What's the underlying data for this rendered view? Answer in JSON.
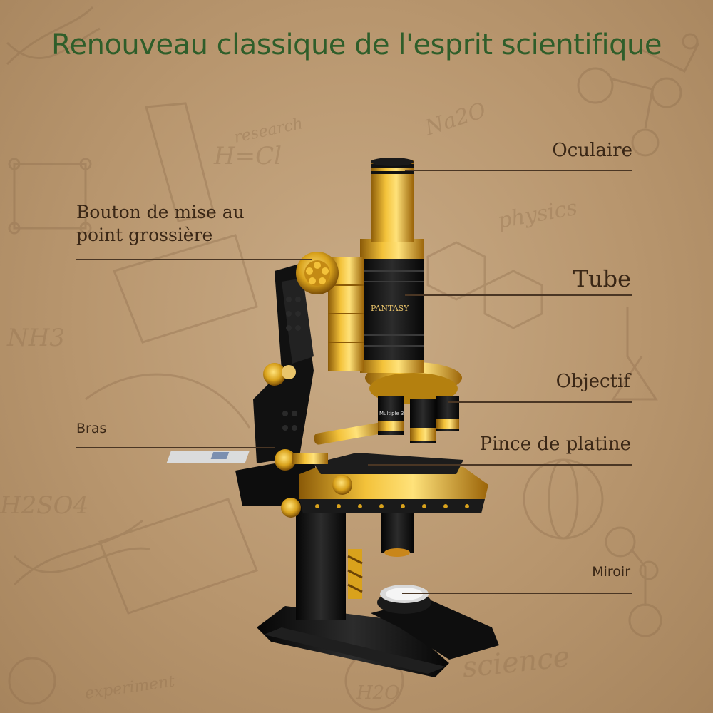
{
  "title": "Renouveau classique de l'esprit scientifique",
  "labels": {
    "oculaire": "Oculaire",
    "bouton_line1": "Bouton de mise au",
    "bouton_line2": "point grossière",
    "tube": "Tube",
    "objectif": "Objectif",
    "bras": "Bras",
    "pince": "Pince de platine",
    "miroir": "Miroir"
  },
  "background_doodles": {
    "formula_1": "H=Cl",
    "formula_2": "NH3",
    "formula_3": "H2SO4",
    "formula_4": "H2O",
    "word_1": "physics",
    "word_2": "science",
    "word_3": "research",
    "word_4": "experiment",
    "word_5": "Na2O"
  },
  "microscope_brand": "PANTASY",
  "objective_label": "Multiple 3",
  "colors": {
    "title_green": "#2f5e2a",
    "label_brown": "#3a2716",
    "gold": "#d9a21c",
    "black": "#141414",
    "parchment": "#b8966e"
  }
}
